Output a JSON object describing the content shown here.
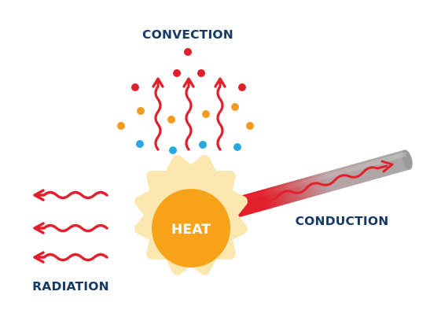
{
  "labels": {
    "convection": "CONVECTION",
    "conduction": "CONDUCTION",
    "radiation": "RADIATION",
    "heat": "HEAT"
  },
  "colors": {
    "navy_text": "#163a66",
    "red": "#e2202c",
    "orange_dot": "#f39a20",
    "blue_dot": "#2aa8e0",
    "sun_center": "#f6a31a",
    "sun_halo": "#fbe8b0",
    "rod_gray": "#a8a8a8",
    "rod_red": "#e2202c"
  },
  "icons": {
    "sun": "heat-sun-icon",
    "wavy_arrow": "wavy-arrow-icon",
    "particle": "particle-dot-icon",
    "rod": "metal-rod-icon"
  }
}
